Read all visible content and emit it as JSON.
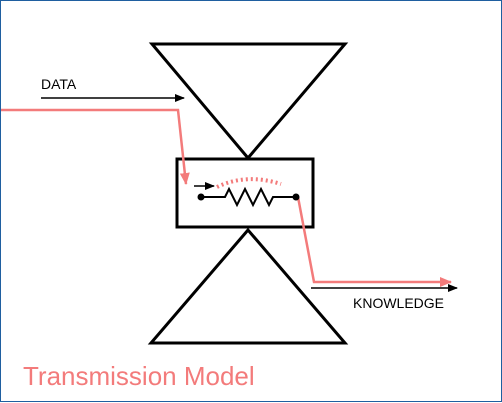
{
  "labels": {
    "data": "DATA",
    "knowledge": "KNOWLEDGE",
    "caption": "Transmission Model"
  },
  "colors": {
    "frame": "#1f5fa0",
    "ink": "#000000",
    "flow": "#f37b7b",
    "noise": "#f37b7b"
  }
}
